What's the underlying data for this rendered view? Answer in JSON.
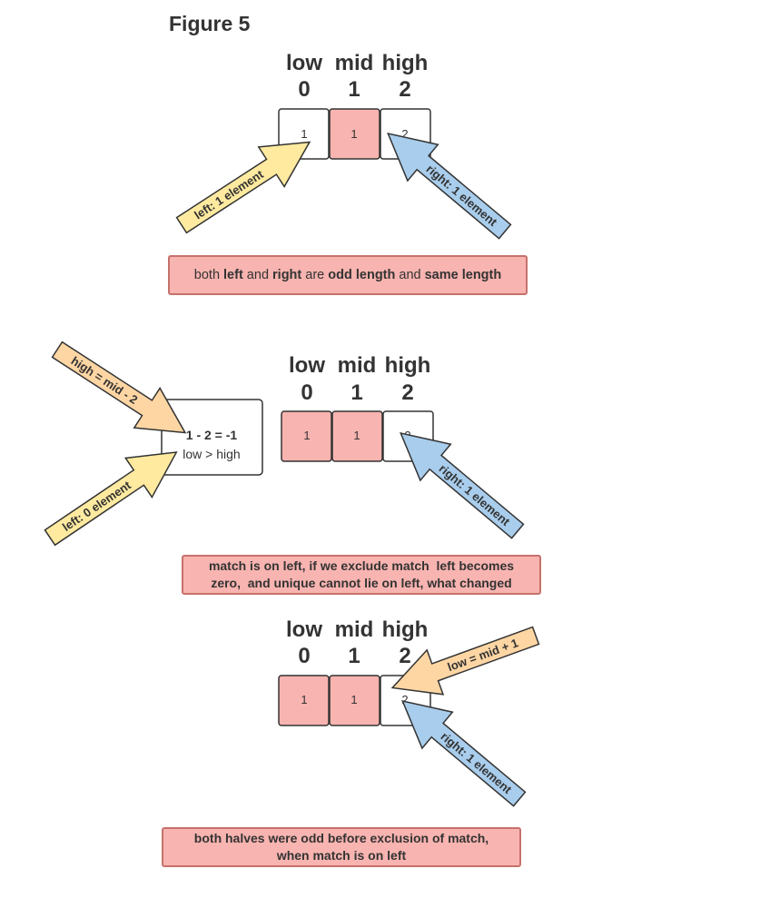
{
  "title": "Figure 5",
  "colors": {
    "match_fill": "#f8b4b0",
    "match_stroke": "#c6716b",
    "yellow_arrow": "#ffeaa0",
    "blue_arrow": "#a9cdec",
    "orange_arrow": "#fed6a4",
    "text": "#333333"
  },
  "scenarios": [
    {
      "pointer_labels": [
        "low",
        "mid",
        "high"
      ],
      "indices": [
        "0",
        "1",
        "2"
      ],
      "cells": [
        {
          "value": "1",
          "highlighted": false
        },
        {
          "value": "1",
          "highlighted": true
        },
        {
          "value": "2",
          "highlighted": false
        }
      ],
      "arrows": {
        "left": "left: 1 element",
        "right": "right: 1 element"
      },
      "note": {
        "parts": [
          {
            "text": "both ",
            "bold": false
          },
          {
            "text": "left",
            "bold": true
          },
          {
            "text": " and ",
            "bold": false
          },
          {
            "text": "right",
            "bold": true
          },
          {
            "text": " are ",
            "bold": false
          },
          {
            "text": "odd length",
            "bold": true
          },
          {
            "text": " and ",
            "bold": false
          },
          {
            "text": "same length",
            "bold": true
          }
        ]
      }
    },
    {
      "pointer_labels": [
        "low",
        "mid",
        "high"
      ],
      "indices": [
        "0",
        "1",
        "2"
      ],
      "cells": [
        {
          "value": "1",
          "highlighted": true
        },
        {
          "value": "1",
          "highlighted": true
        },
        {
          "value": "2",
          "highlighted": false
        }
      ],
      "empty_box": {
        "line1": "1 - 2 = -1",
        "line2": "low > high"
      },
      "arrows": {
        "high": "high = mid - 2",
        "left": "left: 0 element",
        "right": "right: 1 element"
      },
      "note": {
        "line1": "match is on left, if we exclude match  left becomes",
        "line2": "zero,  and unique cannot lie on left, what changed"
      }
    },
    {
      "pointer_labels": [
        "low",
        "mid",
        "high"
      ],
      "indices": [
        "0",
        "1",
        "2"
      ],
      "cells": [
        {
          "value": "1",
          "highlighted": true
        },
        {
          "value": "1",
          "highlighted": true
        },
        {
          "value": "2",
          "highlighted": false
        }
      ],
      "arrows": {
        "low": "low = mid + 1",
        "right": "right: 1 element"
      },
      "note": {
        "line1": "both halves were odd before exclusion of match,",
        "line2": "when match is on left"
      }
    }
  ]
}
